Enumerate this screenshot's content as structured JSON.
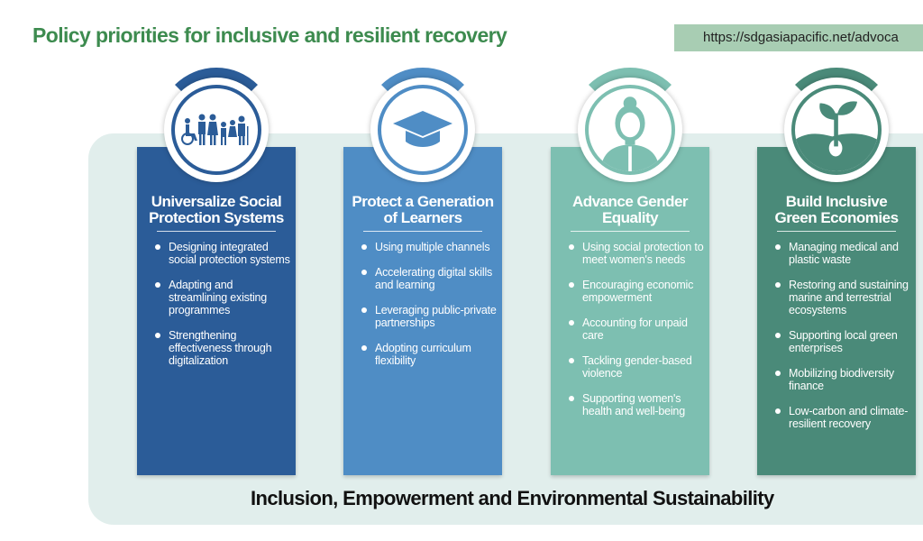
{
  "header": {
    "title": "Policy priorities for inclusive and resilient recovery",
    "url": "https://sdgasiapacific.net/advoca"
  },
  "colors": {
    "c1": "#2b5c98",
    "c2": "#4f8dc5",
    "c3": "#7dbfb1",
    "c4": "#4a8a79"
  },
  "columns": [
    {
      "title_line1": "Universalize Social",
      "title_line2": "Protection Systems",
      "icon": "people-diversity-icon",
      "items": [
        "Designing integrated social protection systems",
        "Adapting and streamlining existing programmes",
        "Strengthening effectiveness through digitalization"
      ]
    },
    {
      "title_line1": "Protect a Generation",
      "title_line2": "of Learners",
      "icon": "graduation-cap-icon",
      "items": [
        "Using multiple channels",
        "Accelerating digital skills and learning",
        "Leveraging public-private partnerships",
        "Adopting curriculum flexibility"
      ]
    },
    {
      "title_line1": "Advance Gender",
      "title_line2": "Equality",
      "icon": "woman-icon",
      "items": [
        "Using social protection to meet women's needs",
        "Encouraging economic empowerment",
        "Accounting for unpaid care",
        "Tackling gender-based violence",
        "Supporting women's health and well-being"
      ]
    },
    {
      "title_line1": "Build Inclusive",
      "title_line2": "Green Economies",
      "icon": "sprout-icon",
      "items": [
        "Managing medical and plastic waste",
        "Restoring and sustaining marine and terrestrial ecosystems",
        "Supporting local green enterprises",
        "Mobilizing biodiversity finance",
        "Low-carbon and climate-resilient recovery"
      ]
    }
  ],
  "footer": "Inclusion, Empowerment and Environmental Sustainability"
}
